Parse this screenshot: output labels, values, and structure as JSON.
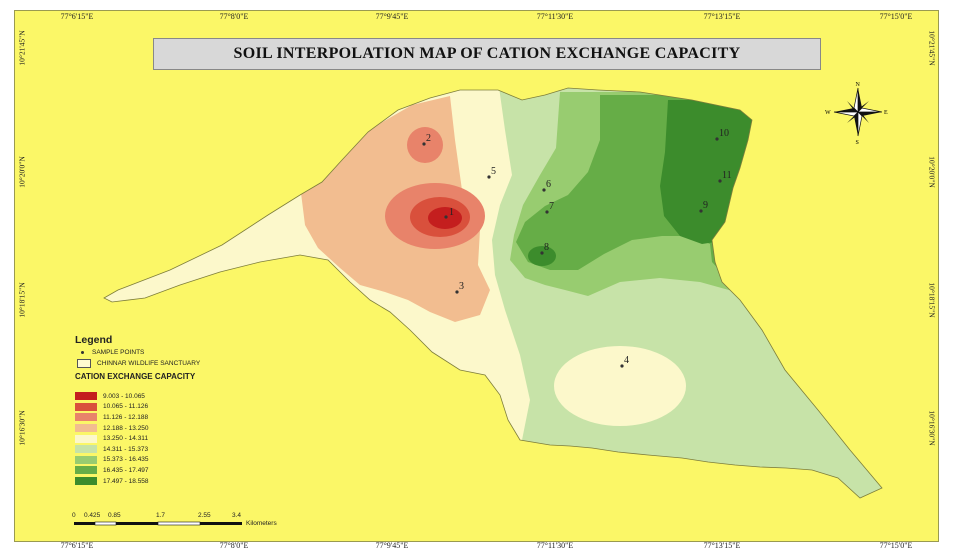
{
  "title": "SOIL INTERPOLATION MAP OF CATION EXCHANGE CAPACITY",
  "longitude_ticks": [
    "77°6'15\"E",
    "77°8'0\"E",
    "77°9'45\"E",
    "77°11'30\"E",
    "77°13'15\"E",
    "77°15'0\"E"
  ],
  "latitude_ticks": [
    "10°21'45\"N",
    "10°20'0\"N",
    "10°18'15\"N",
    "10°16'30\"N"
  ],
  "north_arrow": {
    "icon": "compass-rose-icon",
    "labels": {
      "n": "N",
      "s": "S",
      "e": "E",
      "w": "W"
    }
  },
  "sample_points": [
    {
      "id": "1"
    },
    {
      "id": "2"
    },
    {
      "id": "3"
    },
    {
      "id": "4"
    },
    {
      "id": "5"
    },
    {
      "id": "6"
    },
    {
      "id": "7"
    },
    {
      "id": "8"
    },
    {
      "id": "9"
    },
    {
      "id": "10"
    },
    {
      "id": "11"
    }
  ],
  "legend": {
    "title": "Legend",
    "sample_points_label": "SAMPLE POINTS",
    "sanctuary_label": "CHINNAR WILDLIFE SANCTUARY",
    "classes_title": "CATION EXCHANGE CAPACITY",
    "classes": [
      {
        "range": "9.003 - 10.065",
        "color": "#c41e1e"
      },
      {
        "range": "10.065 - 11.126",
        "color": "#d9503c"
      },
      {
        "range": "11.126 - 12.188",
        "color": "#e8836a"
      },
      {
        "range": "12.188 - 13.250",
        "color": "#f2bd90"
      },
      {
        "range": "13.250 - 14.311",
        "color": "#fcf8cb"
      },
      {
        "range": "14.311 - 15.373",
        "color": "#c7e3a8"
      },
      {
        "range": "15.373 - 16.435",
        "color": "#98cc70"
      },
      {
        "range": "16.435 - 17.497",
        "color": "#66ad47"
      },
      {
        "range": "17.497 - 18.558",
        "color": "#3c8c2c"
      }
    ]
  },
  "scale_bar": {
    "labels": [
      "0",
      "0.425",
      "0.85",
      "1.7",
      "2.55",
      "3.4"
    ],
    "unit": "Kilometers"
  },
  "colors": {
    "background": "#fbf767",
    "title_bg": "#d8d8d8"
  }
}
